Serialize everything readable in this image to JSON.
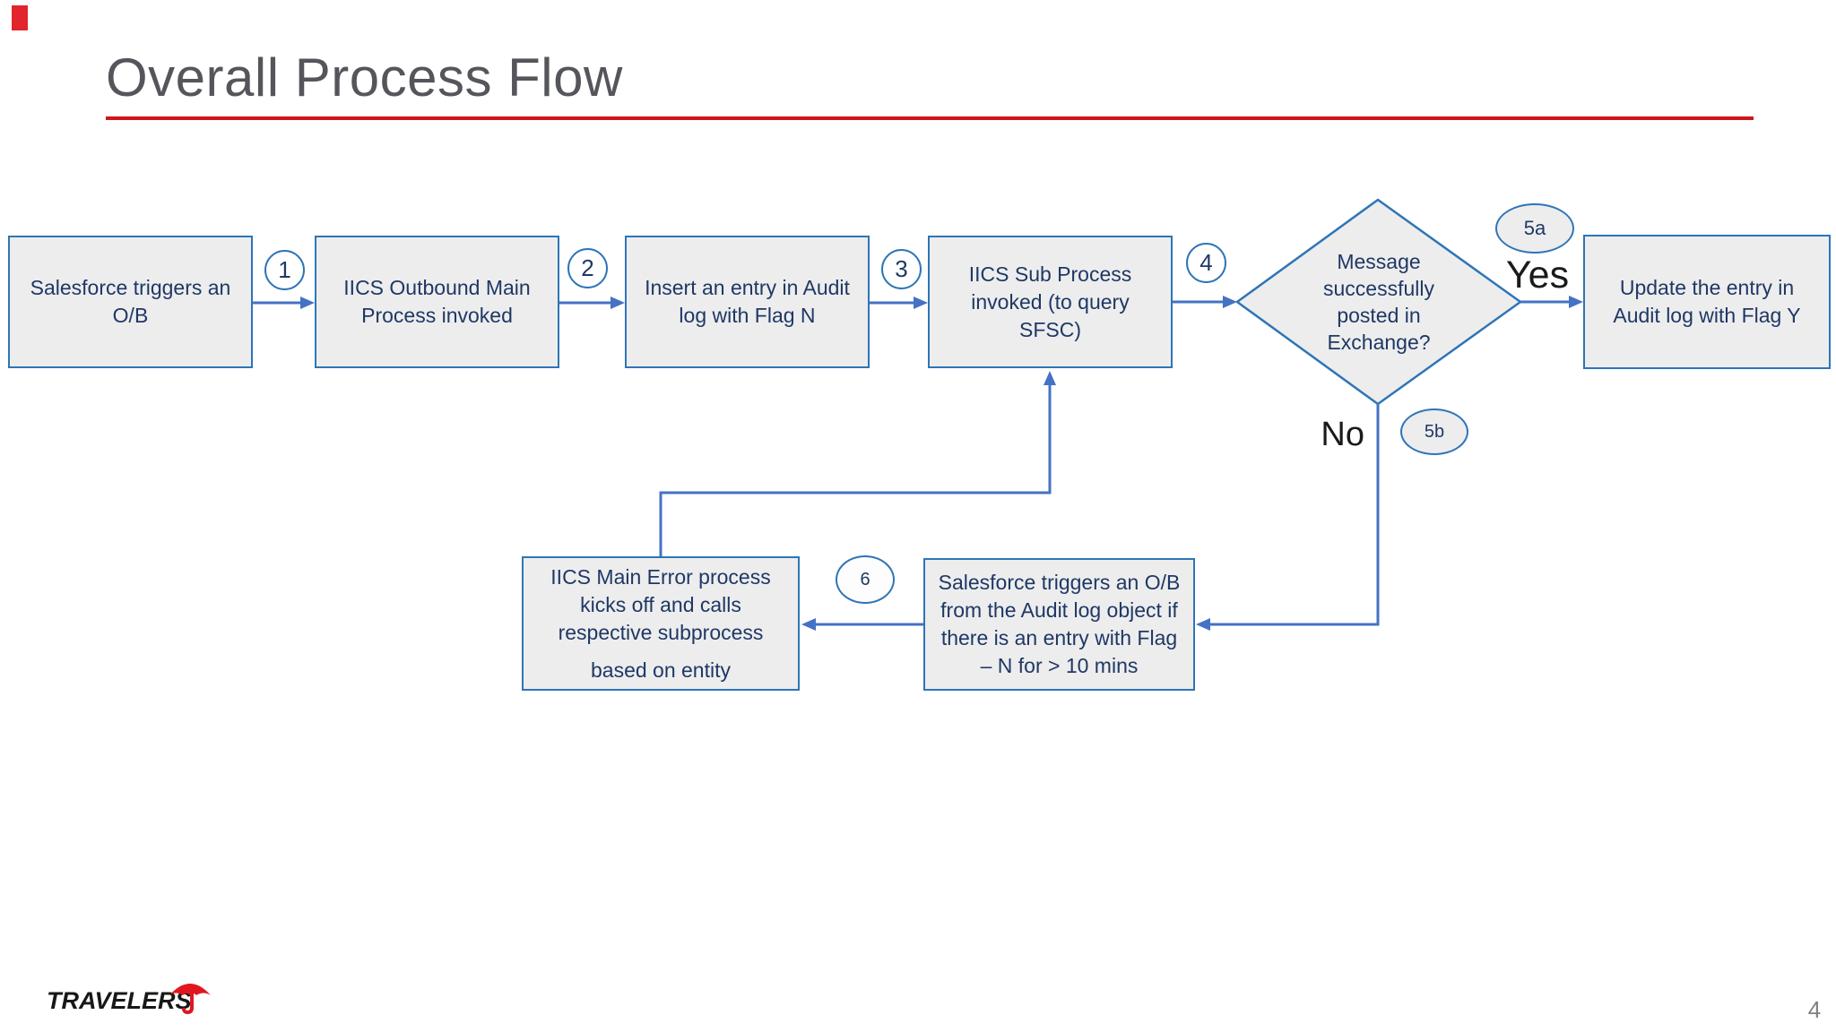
{
  "slide": {
    "title": "Overall Process Flow",
    "page_number": "4",
    "accent_line_color": "#d0161c",
    "corner_mark_color": "#e0262c",
    "brand": {
      "logo_text": "TRAVELERS",
      "logo_icon": "umbrella-icon",
      "umbrella_color": "#e01720"
    }
  },
  "flowchart": {
    "colors": {
      "box_fill": "#ededee",
      "box_border": "#2e75b6",
      "box_text": "#1f3864",
      "connector": "#4472c4",
      "branch_label_color": "#1a1a1a"
    },
    "steps": {
      "step1": {
        "label": "Salesforce triggers an\nO/B"
      },
      "step2": {
        "label": "IICS Outbound Main\nProcess invoked"
      },
      "step3": {
        "label": "Insert an entry in Audit\nlog with Flag N"
      },
      "step4": {
        "label": "IICS Sub Process\ninvoked (to query\nSFSC)"
      },
      "decision": {
        "label": "Message\nsuccessfully\nposted in\nExchange?"
      },
      "step5": {
        "label": "Update the entry in\nAudit log with Flag Y"
      },
      "step6": {
        "label": "IICS Main Error process\nkicks off and calls\nrespective subprocess",
        "sublabel": "based on entity"
      },
      "step7": {
        "label": "Salesforce triggers an O/B\nfrom the Audit log object if\nthere is an entry with Flag\n– N for > 10 mins"
      }
    },
    "badges": {
      "b1": "1",
      "b2": "2",
      "b3": "3",
      "b4": "4",
      "b5a": "5a",
      "b5b": "5b",
      "b6": "6"
    },
    "branch_labels": {
      "yes": "Yes",
      "no": "No"
    }
  }
}
